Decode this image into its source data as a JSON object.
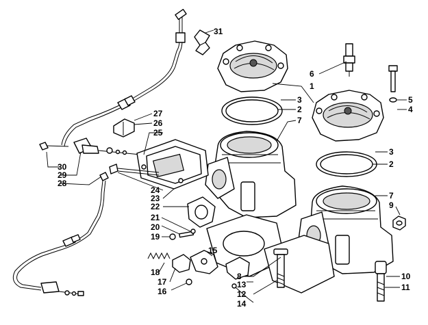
{
  "diagram": {
    "callouts": [
      {
        "id": "c1",
        "text": "1"
      },
      {
        "id": "c2a",
        "text": "2"
      },
      {
        "id": "c2b",
        "text": "2"
      },
      {
        "id": "c3a",
        "text": "3"
      },
      {
        "id": "c3b",
        "text": "3"
      },
      {
        "id": "c4",
        "text": "4"
      },
      {
        "id": "c5",
        "text": "5"
      },
      {
        "id": "c6",
        "text": "6"
      },
      {
        "id": "c7a",
        "text": "7"
      },
      {
        "id": "c7b",
        "text": "7"
      },
      {
        "id": "c8",
        "text": "8"
      },
      {
        "id": "c9",
        "text": "9"
      },
      {
        "id": "c10",
        "text": "10"
      },
      {
        "id": "c11",
        "text": "11"
      },
      {
        "id": "c12",
        "text": "12"
      },
      {
        "id": "c13",
        "text": "13"
      },
      {
        "id": "c14",
        "text": "14"
      },
      {
        "id": "c15",
        "text": "15"
      },
      {
        "id": "c16",
        "text": "16"
      },
      {
        "id": "c17",
        "text": "17"
      },
      {
        "id": "c18",
        "text": "18"
      },
      {
        "id": "c19",
        "text": "19"
      },
      {
        "id": "c20",
        "text": "20"
      },
      {
        "id": "c21",
        "text": "21"
      },
      {
        "id": "c22",
        "text": "22"
      },
      {
        "id": "c23",
        "text": "23"
      },
      {
        "id": "c24",
        "text": "24"
      },
      {
        "id": "c25",
        "text": "25"
      },
      {
        "id": "c26",
        "text": "26"
      },
      {
        "id": "c27",
        "text": "27"
      },
      {
        "id": "c28",
        "text": "28"
      },
      {
        "id": "c29",
        "text": "29"
      },
      {
        "id": "c30",
        "text": "30"
      },
      {
        "id": "c31",
        "text": "31"
      }
    ]
  }
}
